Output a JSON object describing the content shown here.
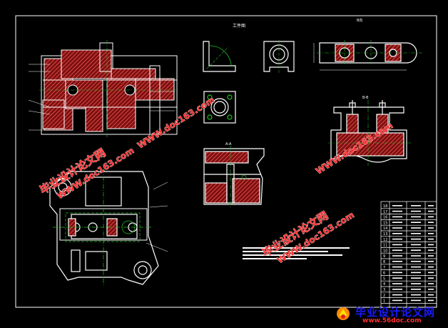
{
  "drawing": {
    "workpiece_label": "工件图",
    "section_aa_label": "A-A",
    "section_bb_label": "B-B",
    "top_right_view_label": "B向"
  },
  "watermark": {
    "cn_text": "毕业设计论文网",
    "url_text": "WWW.doc163.com",
    "footer_cn": "毕业设计论文网",
    "footer_url": "www.56doc.com"
  },
  "parts_list": {
    "rows": [
      "18",
      "17",
      "16",
      "15",
      "14",
      "13",
      "12",
      "11",
      "10",
      "9",
      "8",
      "7",
      "6",
      "5",
      "4",
      "3",
      "2",
      "1"
    ]
  },
  "colors": {
    "background": "#000000",
    "outline": "#ffffff",
    "hatch": "#c83232",
    "center_line": "#20c020",
    "watermark_red": "#ff2d2d",
    "footer_blue": "#1a1aff"
  }
}
